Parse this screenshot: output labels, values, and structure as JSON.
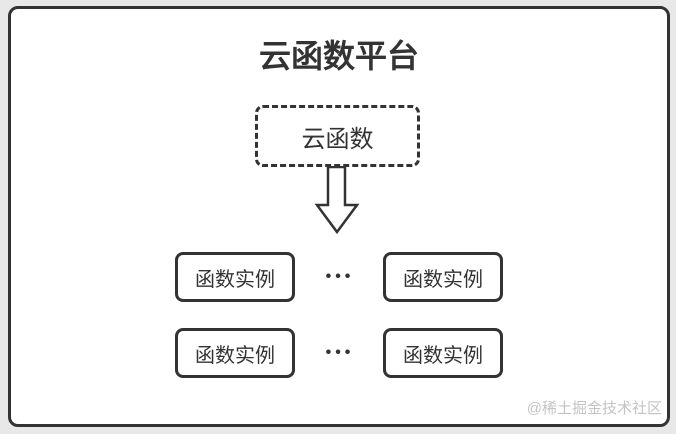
{
  "diagram": {
    "title": "云函数平台",
    "cloud_function_label": "云函数",
    "ellipsis": "•••",
    "rows": [
      {
        "left": "函数实例",
        "right": "函数实例"
      },
      {
        "left": "函数实例",
        "right": "函数实例"
      }
    ],
    "watermark": "@稀土掘金技术社区",
    "arrow": "down-arrow",
    "colors": {
      "stroke": "#333333",
      "canvas": "#ffffff",
      "page_background": "#e8e8e8",
      "watermark_text": "#c4c4c4"
    }
  }
}
